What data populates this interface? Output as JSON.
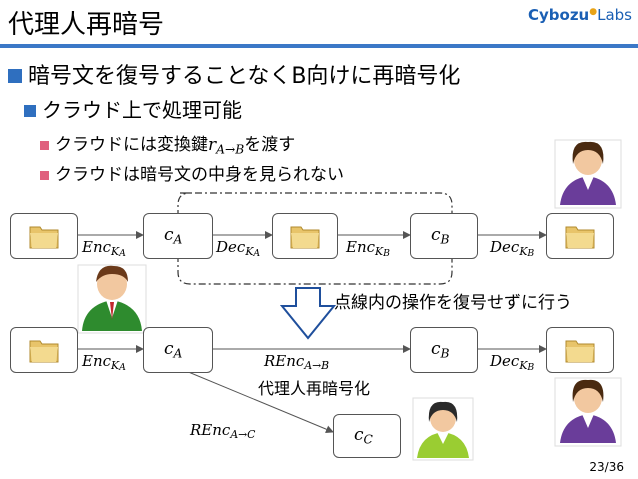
{
  "header": {
    "title": "代理人再暗号",
    "logo_main": "Cybozu",
    "logo_sub": "Labs"
  },
  "bullets": {
    "l1": "暗号文を復号することなくB向けに再暗号化",
    "l2": "クラウド上で処理可能",
    "l3a_pre": "クラウドには変換鍵",
    "l3a_r": "r",
    "l3a_sub": "A→B",
    "l3a_post": "を渡す",
    "l3b": "クラウドは暗号文の中身を見られない"
  },
  "diagram": {
    "enc": "Enc",
    "dec": "Dec",
    "renc": "REnc",
    "k": "K",
    "a": "A",
    "b": "B",
    "c": "c",
    "cc": "C",
    "arrow_ab": "A→B",
    "arrow_ac": "A→C",
    "note": "点線内の操作を復号せずに行う",
    "proxy_label": "代理人再暗号化"
  },
  "footer": {
    "page": "23/36"
  },
  "colors": {
    "accent": "#3b78c7",
    "bullet_blue": "#2f6fbf",
    "bullet_pink": "#e0607e"
  }
}
